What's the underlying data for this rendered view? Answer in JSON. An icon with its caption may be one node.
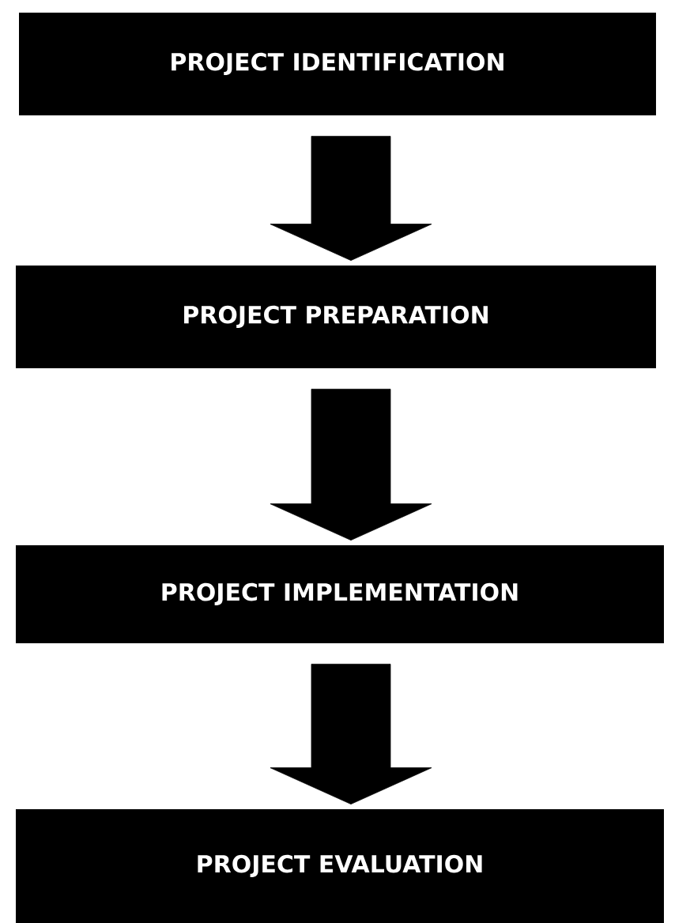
{
  "diagram": {
    "nodes": [
      {
        "text": [
          "PROJECT IDENTIFICATION"
        ]
      },
      {
        "text": [
          "PROJECT PREPARATION"
        ]
      },
      {
        "text": [
          "PROJECT IMPLEMENTATION"
        ]
      },
      {
        "text": [
          "PROJECT EVALUATION"
        ]
      }
    ],
    "edges": [
      {
        "from": 0,
        "to": 1,
        "arrow": "to"
      },
      {
        "from": 1,
        "to": 2,
        "arrow": "to"
      },
      {
        "from": 2,
        "to": 3,
        "arrow": "to"
      }
    ]
  }
}
